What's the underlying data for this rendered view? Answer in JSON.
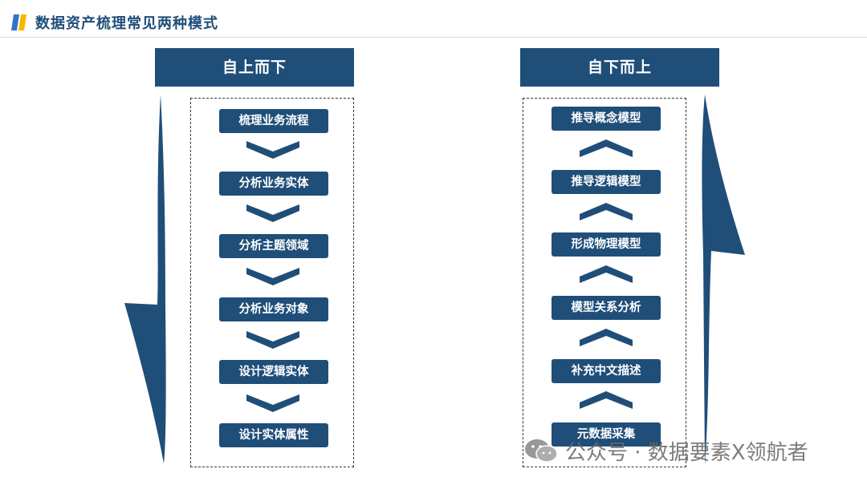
{
  "header": {
    "title": "数据资产梳理常见两种模式"
  },
  "colors": {
    "navy": "#1f4e79",
    "accent_yellow": "#f5b800",
    "accent_blue": "#2e75c7"
  },
  "left": {
    "header": "自上而下",
    "direction": "down",
    "steps": [
      "梳理业务流程",
      "分析业务实体",
      "分析主题领域",
      "分析业务对象",
      "设计逻辑实体",
      "设计实体属性"
    ]
  },
  "right": {
    "header": "自下而上",
    "direction": "up",
    "steps": [
      "推导概念模型",
      "推导逻辑模型",
      "形成物理模型",
      "模型关系分析",
      "补充中文描述",
      "元数据采集"
    ]
  },
  "watermark": {
    "text": "公众号 · 数据要素X领航者",
    "icon": "wechat-icon"
  }
}
